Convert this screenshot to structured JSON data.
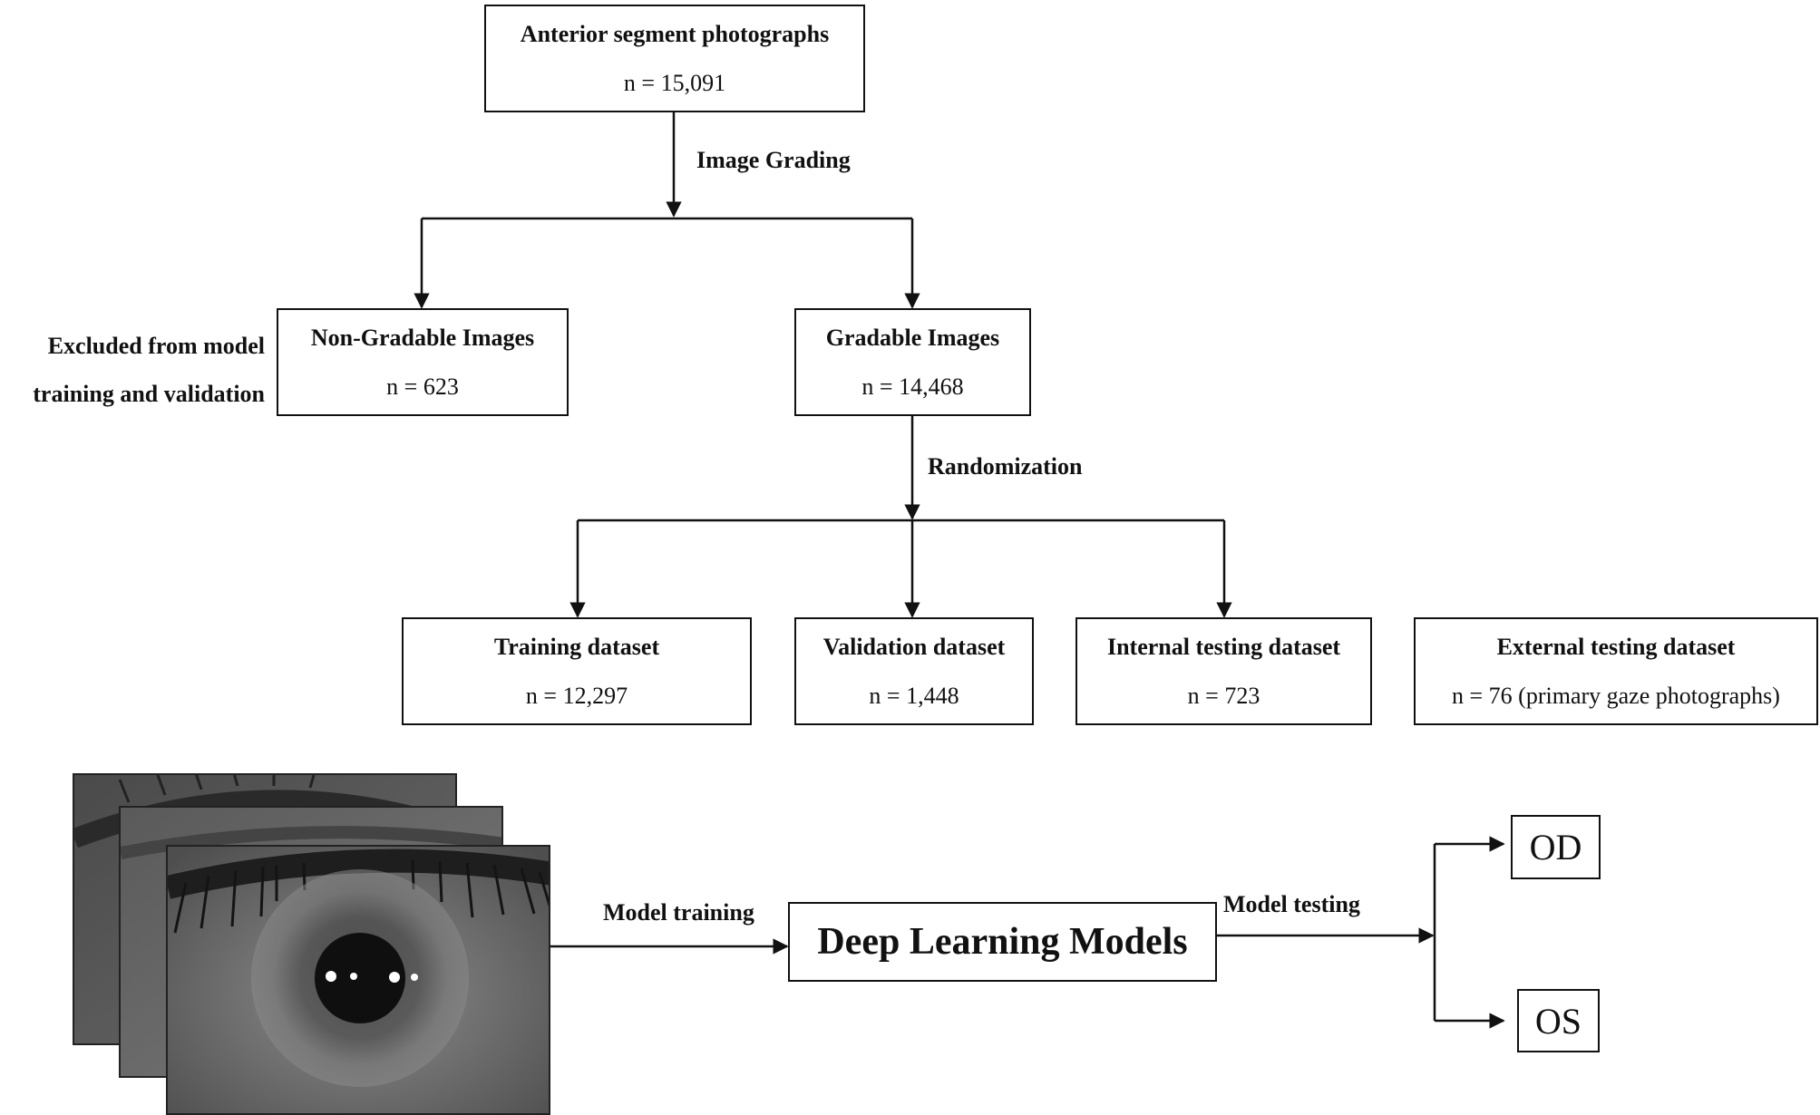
{
  "nodes": {
    "root": {
      "title": "Anterior segment photographs",
      "n": "n = 15,091"
    },
    "non_gradable": {
      "title": "Non-Gradable Images",
      "n": "n = 623"
    },
    "gradable": {
      "title": "Gradable Images",
      "n": "n = 14,468"
    },
    "training": {
      "title": "Training dataset",
      "n": "n = 12,297"
    },
    "validation": {
      "title": "Validation dataset",
      "n": "n = 1,448"
    },
    "internal": {
      "title": "Internal testing dataset",
      "n": "n = 723"
    },
    "external": {
      "title": "External testing dataset",
      "n": "n = 76 (primary gaze photographs)"
    },
    "model": {
      "title": "Deep Learning Models"
    },
    "od": {
      "title": "OD"
    },
    "os": {
      "title": "OS"
    }
  },
  "edges": {
    "image_grading": "Image Grading",
    "randomization": "Randomization",
    "model_training": "Model training",
    "model_testing": "Model testing"
  },
  "side_note": {
    "line1": "Excluded from model",
    "line2": "training and validation"
  },
  "colors": {
    "line": "#111111",
    "photo_dark": "#1c1c1c",
    "photo_light": "#8a8a8a"
  },
  "icons": {
    "photo_stack": "eye-photo-icon"
  }
}
